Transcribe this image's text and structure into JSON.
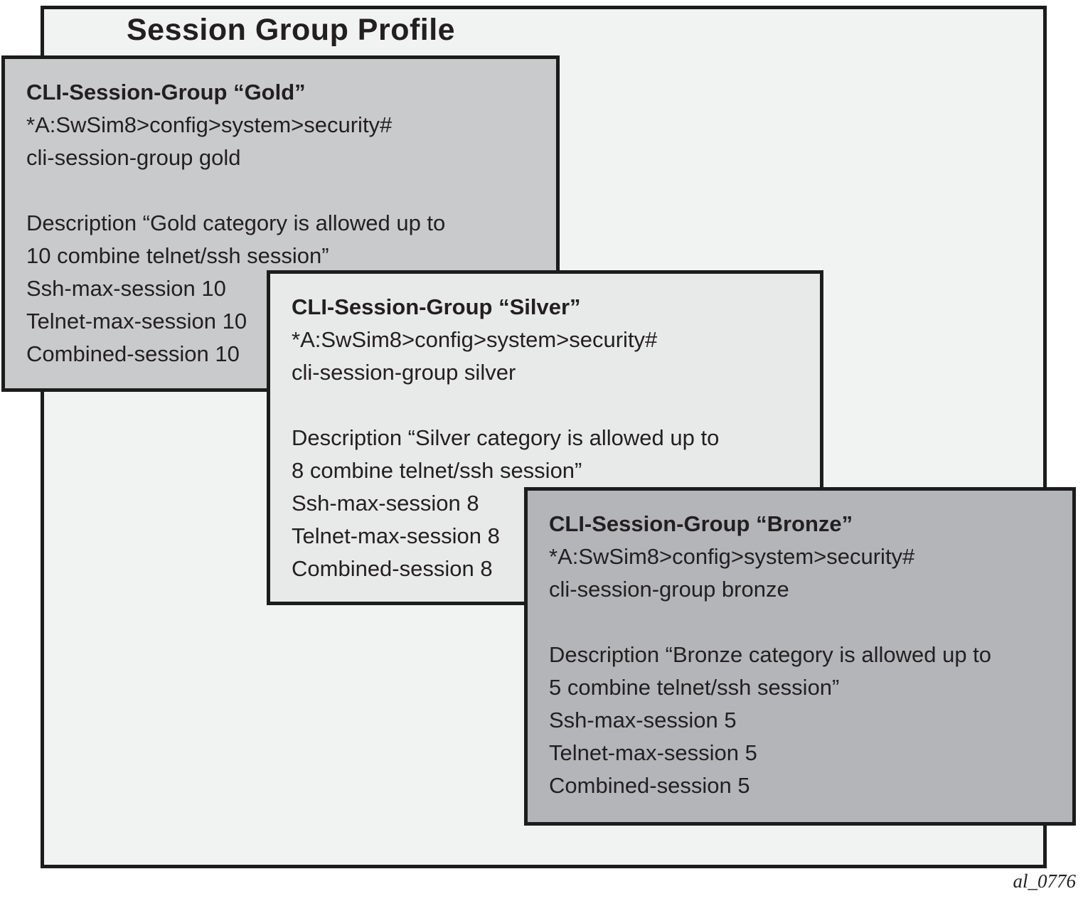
{
  "diagram": {
    "title": "Session Group Profile",
    "figure_label": "al_0776",
    "colors": {
      "outer_fill": "#f1f2f2",
      "gold_fill": "#c9cacb",
      "silver_fill": "#e8e9e9",
      "bronze_fill": "#b3b5b8",
      "border": "#1c1c1c",
      "text": "#231f20"
    },
    "cards": [
      {
        "id": "gold",
        "title": "CLI-Session-Group “Gold”",
        "lines": [
          "*A:SwSim8>config>system>security#",
          "cli-session-group gold",
          "",
          "Description “Gold category is allowed up to",
          "10 combine telnet/ssh session”",
          "Ssh-max-session 10",
          "Telnet-max-session 10",
          "Combined-session 10"
        ]
      },
      {
        "id": "silver",
        "title": "CLI-Session-Group “Silver”",
        "lines": [
          "*A:SwSim8>config>system>security#",
          "cli-session-group silver",
          "",
          "Description “Silver category is allowed up to",
          "8 combine telnet/ssh session”",
          "Ssh-max-session 8",
          "Telnet-max-session 8",
          "Combined-session 8"
        ]
      },
      {
        "id": "bronze",
        "title": "CLI-Session-Group “Bronze”",
        "lines": [
          "*A:SwSim8>config>system>security#",
          "cli-session-group bronze",
          "",
          "Description “Bronze category is allowed up to",
          "5 combine telnet/ssh session”",
          "Ssh-max-session 5",
          "Telnet-max-session 5",
          "Combined-session 5"
        ]
      }
    ]
  }
}
